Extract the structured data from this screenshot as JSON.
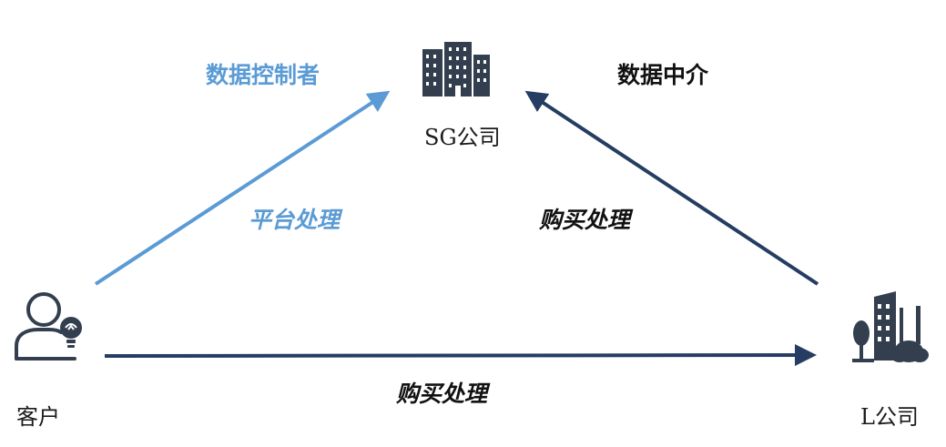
{
  "nodes": {
    "sg": {
      "label": "SG公司",
      "icon": "office-buildings-icon"
    },
    "customer": {
      "label": "客户",
      "icon": "person-with-lightbulb-icon"
    },
    "l": {
      "label": "L公司",
      "icon": "building-with-trees-icon"
    }
  },
  "roles": {
    "controller": "数据控制者",
    "intermediary": "数据中介"
  },
  "edges": {
    "customer_to_sg": "平台处理",
    "l_to_sg": "购买处理",
    "customer_to_l": "购买处理"
  },
  "colors": {
    "light_blue": "#5b9bd5",
    "dark_navy": "#253d62",
    "icon_dark": "#333f4f"
  }
}
